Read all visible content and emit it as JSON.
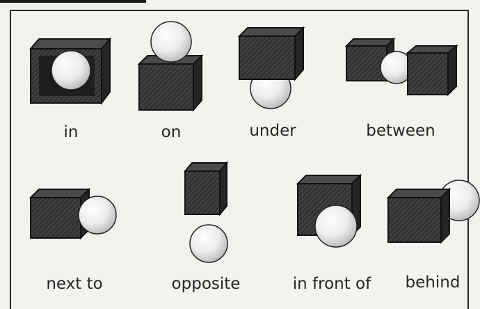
{
  "labels": {
    "in": "in",
    "on": "on",
    "under": "under",
    "between": "between",
    "next_to": "next to",
    "opposite": "opposite",
    "in_front_of": "in front of",
    "behind": "behind"
  }
}
